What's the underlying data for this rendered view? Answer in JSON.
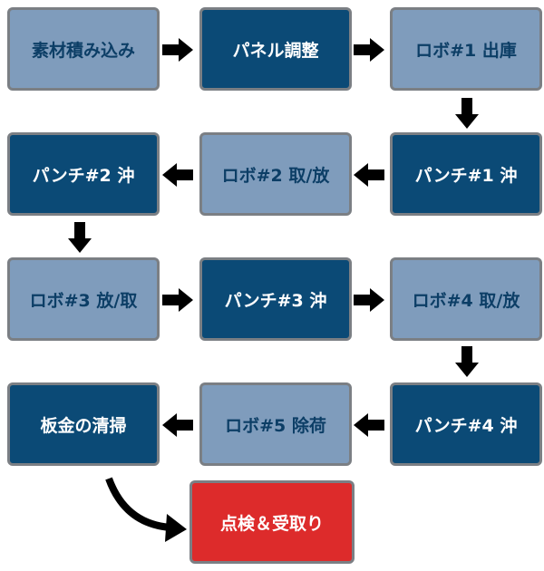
{
  "steps": [
    {
      "id": "s1",
      "label": "素材積み込み",
      "style": "light"
    },
    {
      "id": "s2",
      "label": "パネル調整",
      "style": "dark"
    },
    {
      "id": "s3",
      "label": "ロボ#1 出庫",
      "style": "light"
    },
    {
      "id": "s4",
      "label": "パンチ#1 沖",
      "style": "dark"
    },
    {
      "id": "s5",
      "label": "ロボ#2 取/放",
      "style": "light"
    },
    {
      "id": "s6",
      "label": "パンチ#2 沖",
      "style": "dark"
    },
    {
      "id": "s7",
      "label": "ロボ#3 放/取",
      "style": "light"
    },
    {
      "id": "s8",
      "label": "パンチ#3 沖",
      "style": "dark"
    },
    {
      "id": "s9",
      "label": "ロボ#4 取/放",
      "style": "light"
    },
    {
      "id": "s10",
      "label": "パンチ#4 沖",
      "style": "dark"
    },
    {
      "id": "s11",
      "label": "ロボ#5 除荷",
      "style": "light"
    },
    {
      "id": "s12",
      "label": "板金の清掃",
      "style": "dark"
    },
    {
      "id": "s13",
      "label": "点検＆受取り",
      "style": "red"
    }
  ],
  "colors": {
    "dark": "#0b4a76",
    "light": "#7f9cbc",
    "red": "#dd2b2b",
    "border": "#7b7f84",
    "arrow": "#000000"
  },
  "arrow_icon": "arrow-icon"
}
